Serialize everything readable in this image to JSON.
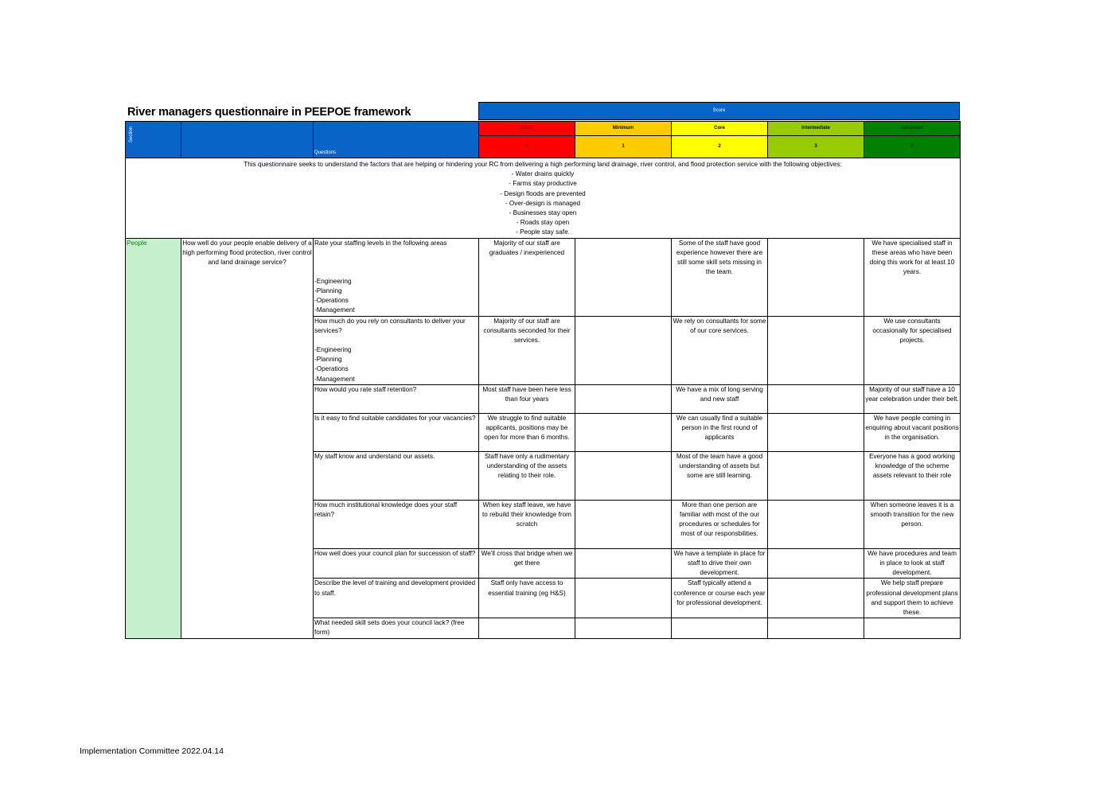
{
  "title": "River managers questionnaire in PEEPOE framework",
  "footer": "Implementation Committee 2022.04.14",
  "header": {
    "score_label": "Score",
    "section_label": "Section",
    "questions_label": "Questions",
    "levels": [
      {
        "name": "Basic",
        "score": "0",
        "color": "#ff0000"
      },
      {
        "name": "Minimum",
        "score": "1",
        "color": "#ffcc00"
      },
      {
        "name": "Core",
        "score": "2",
        "color": "#ffff00"
      },
      {
        "name": "Intermediate",
        "score": "3",
        "color": "#99cc00"
      },
      {
        "name": "Advanced",
        "score": "4",
        "color": "#008000"
      }
    ]
  },
  "intro": {
    "text": "This questionnaire seeks to understand the factors that are helping or hindering your RC from delivering a high performing land drainage, river control, and flood protection service with the following objectives:",
    "objectives": [
      "- Water drains quickly",
      "- Farms stay productive",
      "- Design floods are prevented",
      "- Over-design is managed",
      "- Businesses stay open",
      "- Roads stay open",
      "- People stay safe."
    ]
  },
  "section": {
    "name": "People",
    "question": "How well do your people enable delivery of a high performing flood protection, river control and land drainage service?"
  },
  "rows": [
    {
      "question": "Rate your staffing levels in the following areas",
      "items": [
        "-Engineering",
        "-Planning",
        "-Operations",
        "-Management"
      ],
      "basic": "Majority of our staff are graduates / inexperienced",
      "minimum": "",
      "core": "Some of the staff have good experience however there are still some skill sets missing in the team.",
      "intermediate": "",
      "advanced": "We have specialised staff in these areas who have been doing this work for at least 10 years."
    },
    {
      "question": "How much do you rely on consultants to deliver your services?",
      "items": [
        "-Engineering",
        "-Planning",
        "-Operations",
        "-Management"
      ],
      "basic": "Majority of our staff are consultants seconded for their services.",
      "minimum": "",
      "core": "We rely on consultants for some of our core services.",
      "intermediate": "",
      "advanced": "We use consultants occasionally for specialised projects."
    },
    {
      "question": "How would you rate staff retention?",
      "items": [],
      "basic": "Most staff have been here less than four years",
      "minimum": "",
      "core": "We have a mix of long serving and new staff",
      "intermediate": "",
      "advanced": "Majority of our staff have a 10 year celebration under their belt."
    },
    {
      "question": "Is it easy to find suitable candidates for your vacancies?",
      "items": [],
      "basic": "We struggle to find suitable applicants, positions may be open for more than 6 months.",
      "minimum": "",
      "core": "We can usually find a suitable person in the first round of applicants",
      "intermediate": "",
      "advanced": "We have people coming in enquiring about vacant positions in the organisation."
    },
    {
      "question": "My staff know and understand our assets.",
      "items": [],
      "basic": "Staff have only a rudimentary understanding of the assets relating to their role.",
      "minimum": "",
      "core": "Most of the team have a good understanding of assets but some are still learning.",
      "intermediate": "",
      "advanced": "Everyone has a good working knowledge of the scheme assets relevant to their role"
    },
    {
      "question": "How much institutional knowledge does your staff retain?",
      "items": [],
      "basic": "When key staff leave, we have to rebuild their knowledge from scratch",
      "minimum": "",
      "core": "More than one person are familiar with most of the our procedures or schedules for most of our responsbilities.",
      "intermediate": "",
      "advanced": "When someone leaves it is a smooth transition for the new person."
    },
    {
      "question": "How well does your council plan for succession of staff?",
      "items": [],
      "basic": "We'll cross that bridge when we get there",
      "minimum": "",
      "core": "We have a template in place for staff to drive their own development.",
      "intermediate": "",
      "advanced": "We have procedures and team in place to look at staff development."
    },
    {
      "question": "Describe the level of training and development provided to staff.",
      "items": [],
      "basic": "Staff only have access to essential training (eg H&S)",
      "minimum": "",
      "core": "Staff typically attend a conference or course each year for professional development.",
      "intermediate": "",
      "advanced": "We help staff prepare professional development plans and support them to achieve these."
    },
    {
      "question": "What needed skill sets does your council lack? (free form)",
      "items": [],
      "basic": "",
      "minimum": "",
      "core": "",
      "intermediate": "",
      "advanced": ""
    }
  ]
}
